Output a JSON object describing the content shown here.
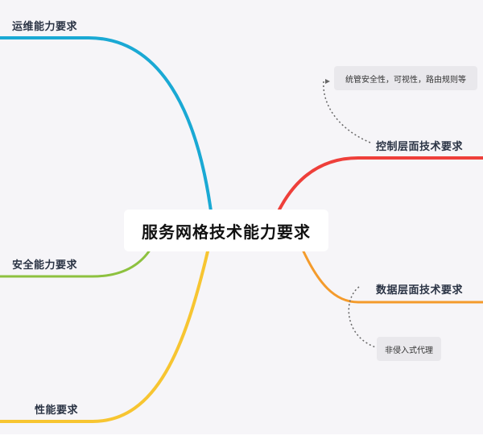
{
  "diagram": {
    "type": "mind-map",
    "central_topic": "服务网格技术能力要求",
    "branches": [
      {
        "id": "ops",
        "label": "运维能力要求",
        "side": "left",
        "color": "#1aa9d4"
      },
      {
        "id": "security",
        "label": "安全能力要求",
        "side": "left",
        "color": "#8dc13f"
      },
      {
        "id": "performance",
        "label": "性能要求",
        "side": "left",
        "color": "#f7c531"
      },
      {
        "id": "control-plane",
        "label": "控制层面技术要求",
        "side": "right",
        "color": "#ee3f3a",
        "note": "统管安全性，可视性，路由规则等"
      },
      {
        "id": "data-plane",
        "label": "数据层面技术要求",
        "side": "right",
        "color": "#f49b2c",
        "note": "非侵入式代理"
      }
    ]
  },
  "colors": {
    "background": "#f6f5f8",
    "central_bg": "#ffffff",
    "note_bg": "#e9e8ec",
    "text": "#2a3344"
  }
}
